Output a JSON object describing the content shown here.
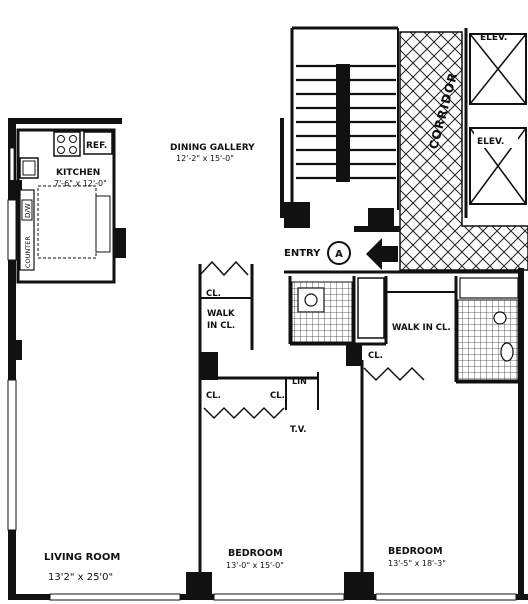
{
  "plan": {
    "rooms": {
      "kitchen": {
        "name": "KITCHEN",
        "dims": "7'-6\" x 12'-0\""
      },
      "dining_gallery": {
        "name": "DINING GALLERY",
        "dims": "12'-2\" x 15'-0\""
      },
      "living_room": {
        "name": "LIVING ROOM",
        "dims": "13'2\" x 25'0\""
      },
      "bedroom_1": {
        "name": "BEDROOM",
        "dims": "13'-0\" x 15'-0\""
      },
      "bedroom_2": {
        "name": "BEDROOM",
        "dims": "13'-5\" x 18'-3\""
      }
    },
    "labels": {
      "corridor": "CORRIDOR",
      "elev_1": "ELEV.",
      "elev_2": "ELEV.",
      "entry": "ENTRY",
      "entry_marker": "A",
      "walk_in_1": "WALK",
      "walk_in_1b": "IN CL.",
      "walk_in_2": "WALK IN CL.",
      "ref": "REF.",
      "dw": "D/W",
      "counter": "COUNTER",
      "closet": "CL.",
      "linen": "LIN",
      "tv": "T.V."
    },
    "colors": {
      "ink": "#111111",
      "paper": "#ffffff"
    }
  }
}
